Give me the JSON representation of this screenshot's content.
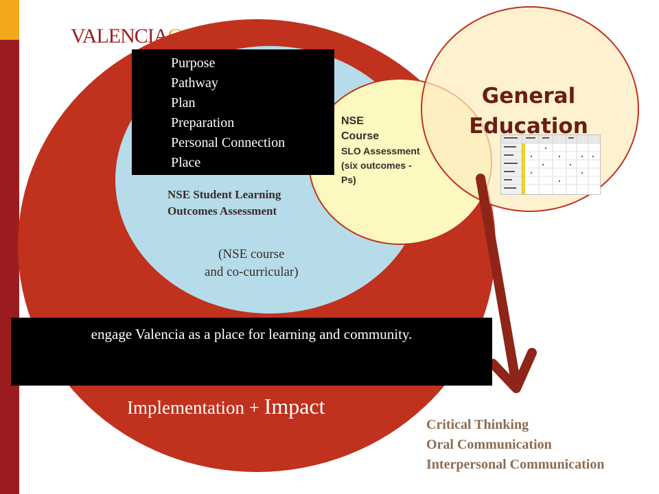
{
  "logo": {
    "text_a": "VALENCIA",
    "text_b": "CO"
  },
  "black_box_list": [
    "Purpose",
    "Pathway",
    "Plan",
    "Preparation",
    "Personal Connection",
    "Place"
  ],
  "nse_slo": {
    "title_line1": "NSE Student Learning",
    "title_line2": "Outcomes Assessment",
    "sub_line1": "(NSE course",
    "sub_line2": "and co-curricular)"
  },
  "nse_course": {
    "line1": "NSE",
    "line2": "Course",
    "line3": "SLO Assessment",
    "line4": "(six outcomes -",
    "line5": "Ps)"
  },
  "gen_ed": {
    "line1": "General",
    "line2": "Education"
  },
  "banner": {
    "text": "engage Valencia as a place for learning and community."
  },
  "impact": {
    "part1": "Implementation + ",
    "part2": "Impact"
  },
  "outcomes": [
    "Critical Thinking",
    "Oral Communication",
    "Interpersonal Communication"
  ],
  "colors": {
    "brand_red": "#9b1d20",
    "brand_gold": "#f2a81d",
    "big_circle": "#c0311e",
    "blue_circle": "#b5dce8",
    "nse_circle": "#fdf7c0",
    "gen_circle": "#fcecbe",
    "arrow": "#8f2418"
  }
}
